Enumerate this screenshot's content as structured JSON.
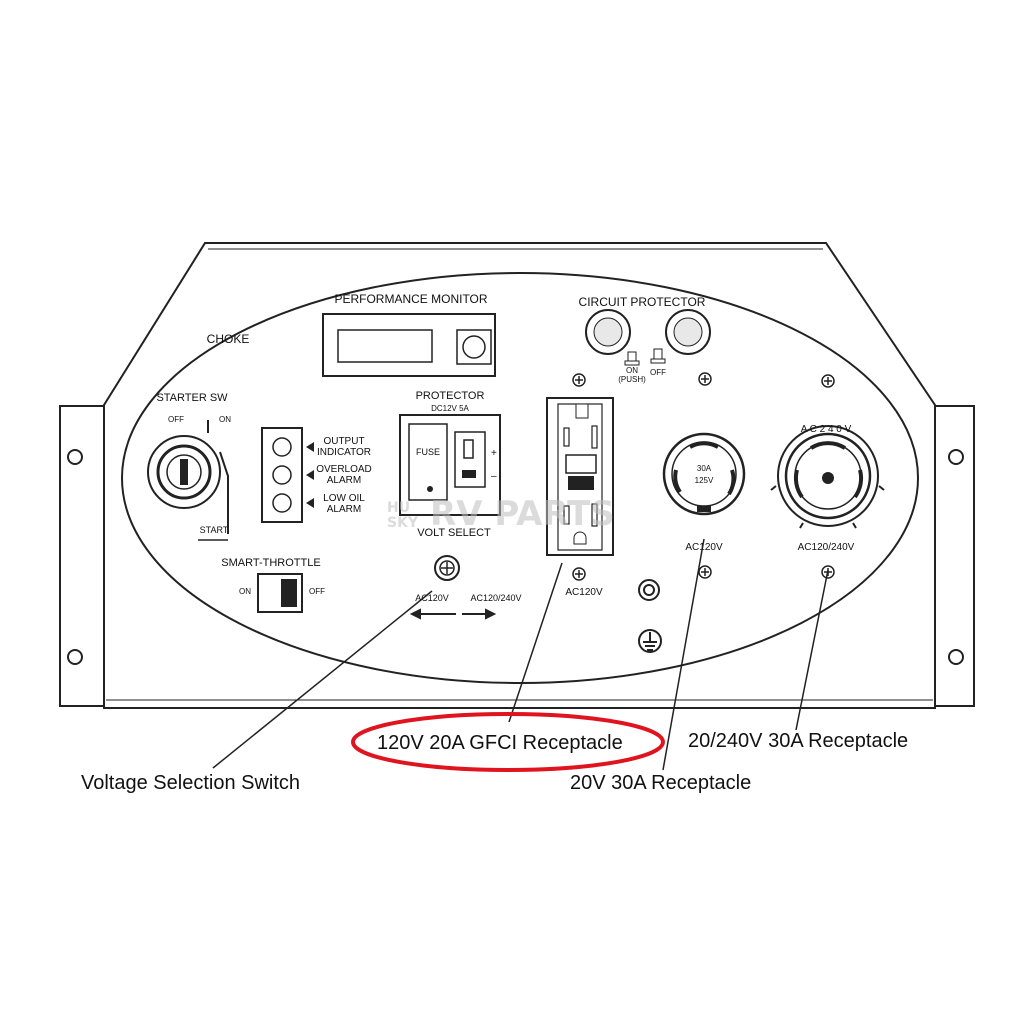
{
  "panel": {
    "performance_monitor": "PERFORMANCE  MONITOR",
    "circuit_protector": "CIRCUIT PROTECTOR",
    "cp_on": "ON",
    "cp_push": "(PUSH)",
    "cp_off": "OFF",
    "choke": "CHOKE",
    "starter_sw": "STARTER SW",
    "starter_off": "OFF",
    "starter_on": "ON",
    "starter_start": "START",
    "output_indicator": [
      "OUTPUT",
      "INDICATOR"
    ],
    "overload_alarm": [
      "OVERLOAD",
      "ALARM"
    ],
    "low_oil_alarm": [
      "LOW  OIL",
      "ALARM"
    ],
    "protector": "PROTECTOR",
    "protector_spec": "DC12V    5A",
    "fuse": "FUSE",
    "volt_select": "VOLT SELECT",
    "smart_throttle": "SMART-THROTTLE",
    "throttle_on": "ON",
    "throttle_off": "OFF",
    "vs_ac120": "AC120V",
    "vs_ac120_240": "AC120/240V",
    "gfci_ac120": "AC120V",
    "twistlock_30a": "30A",
    "twistlock_125v": "125V",
    "twistlock_ac120": "AC120V",
    "ac240_ring": "A C 2 4 0 V",
    "twistlock_ac120_240": "AC120/240V"
  },
  "watermark": {
    "left_top": "HU",
    "left_bottom": "SKY",
    "right": "RV PARTS"
  },
  "callouts": {
    "voltage_selection": "Voltage Selection Switch",
    "gfci": "120V 20A GFCI Receptacle",
    "r120_30a": "20V 30A Receptacle",
    "r240_30a": "20/240V 30A Receptacle"
  },
  "colors": {
    "line": "#222222",
    "highlight_oval": "#e0141e",
    "watermark": "#bfbfbf"
  }
}
